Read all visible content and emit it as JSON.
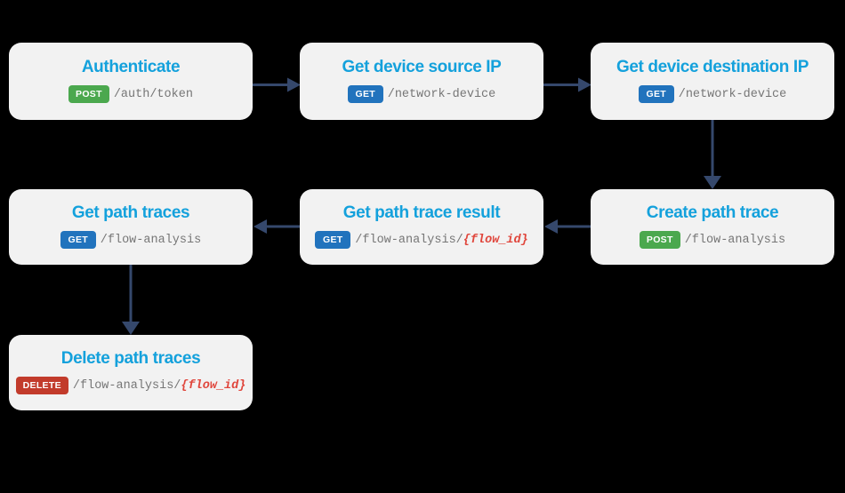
{
  "colors": {
    "background": "#000000",
    "node_bg": "#f2f2f2",
    "title": "#14a1dc",
    "path_text": "#767676",
    "param_text": "#e0463c",
    "arrow": "#35486c",
    "method_get": "#2173bd",
    "method_post": "#4ba84e",
    "method_delete": "#c23b2b",
    "method_label": "#ffffff"
  },
  "nodes": [
    {
      "title": "Authenticate",
      "method": "POST",
      "path": "/auth/token",
      "param": ""
    },
    {
      "title": "Get device source IP",
      "method": "GET",
      "path": "/network-device",
      "param": ""
    },
    {
      "title": "Get device destination IP",
      "method": "GET",
      "path": "/network-device",
      "param": ""
    },
    {
      "title": "Get path traces",
      "method": "GET",
      "path": "/flow-analysis",
      "param": ""
    },
    {
      "title": "Get path trace result",
      "method": "GET",
      "path": "/flow-analysis/",
      "param": "{flow_id}"
    },
    {
      "title": "Create path trace",
      "method": "POST",
      "path": "/flow-analysis",
      "param": ""
    },
    {
      "title": "Delete path traces",
      "method": "DELETE",
      "path": "/flow-analysis/",
      "param": "{flow_id}"
    }
  ]
}
